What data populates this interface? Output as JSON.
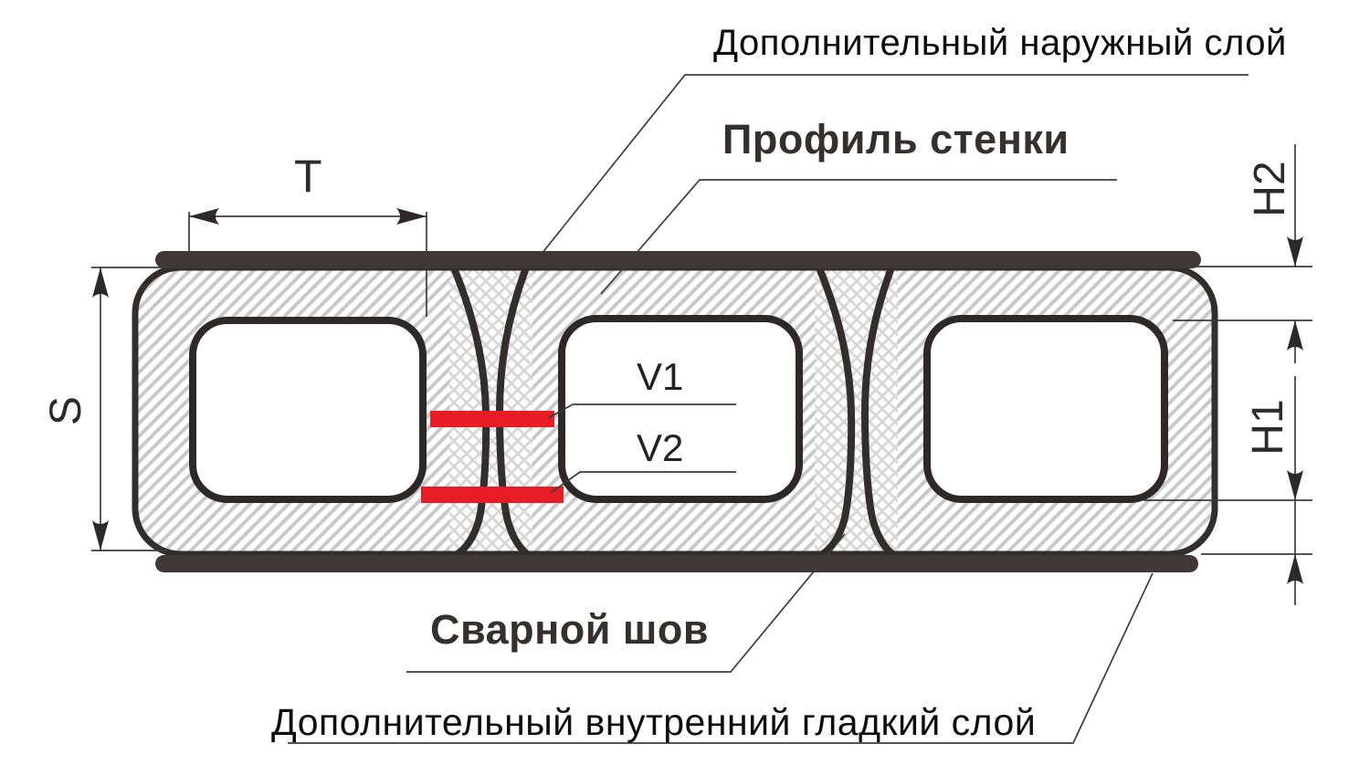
{
  "colors": {
    "background": "#ffffff",
    "outline_ink": "#332e2c",
    "layer_strip": "#3f3836",
    "weld_mark_red": "#e81c24",
    "hatch_line": "#c9c9c9",
    "cross_hatch_line": "#d6d6d6",
    "leader_line": "#3c3c3c"
  },
  "callouts": {
    "outer_layer": {
      "label": "Дополнительный наружный слой"
    },
    "wall_profile": {
      "label": "Профиль стенки"
    },
    "weld_seam": {
      "label": "Сварной шов"
    },
    "inner_layer": {
      "label": "Дополнительный внутренний гладкий слой"
    }
  },
  "dimensions": {
    "pitch": {
      "label": "T"
    },
    "profile_height": {
      "label": "S"
    },
    "hole_height": {
      "label": "H1"
    },
    "crown_thickness": {
      "label": "H2"
    },
    "weld_upper": {
      "label": "V1"
    },
    "weld_lower": {
      "label": "V2"
    }
  }
}
